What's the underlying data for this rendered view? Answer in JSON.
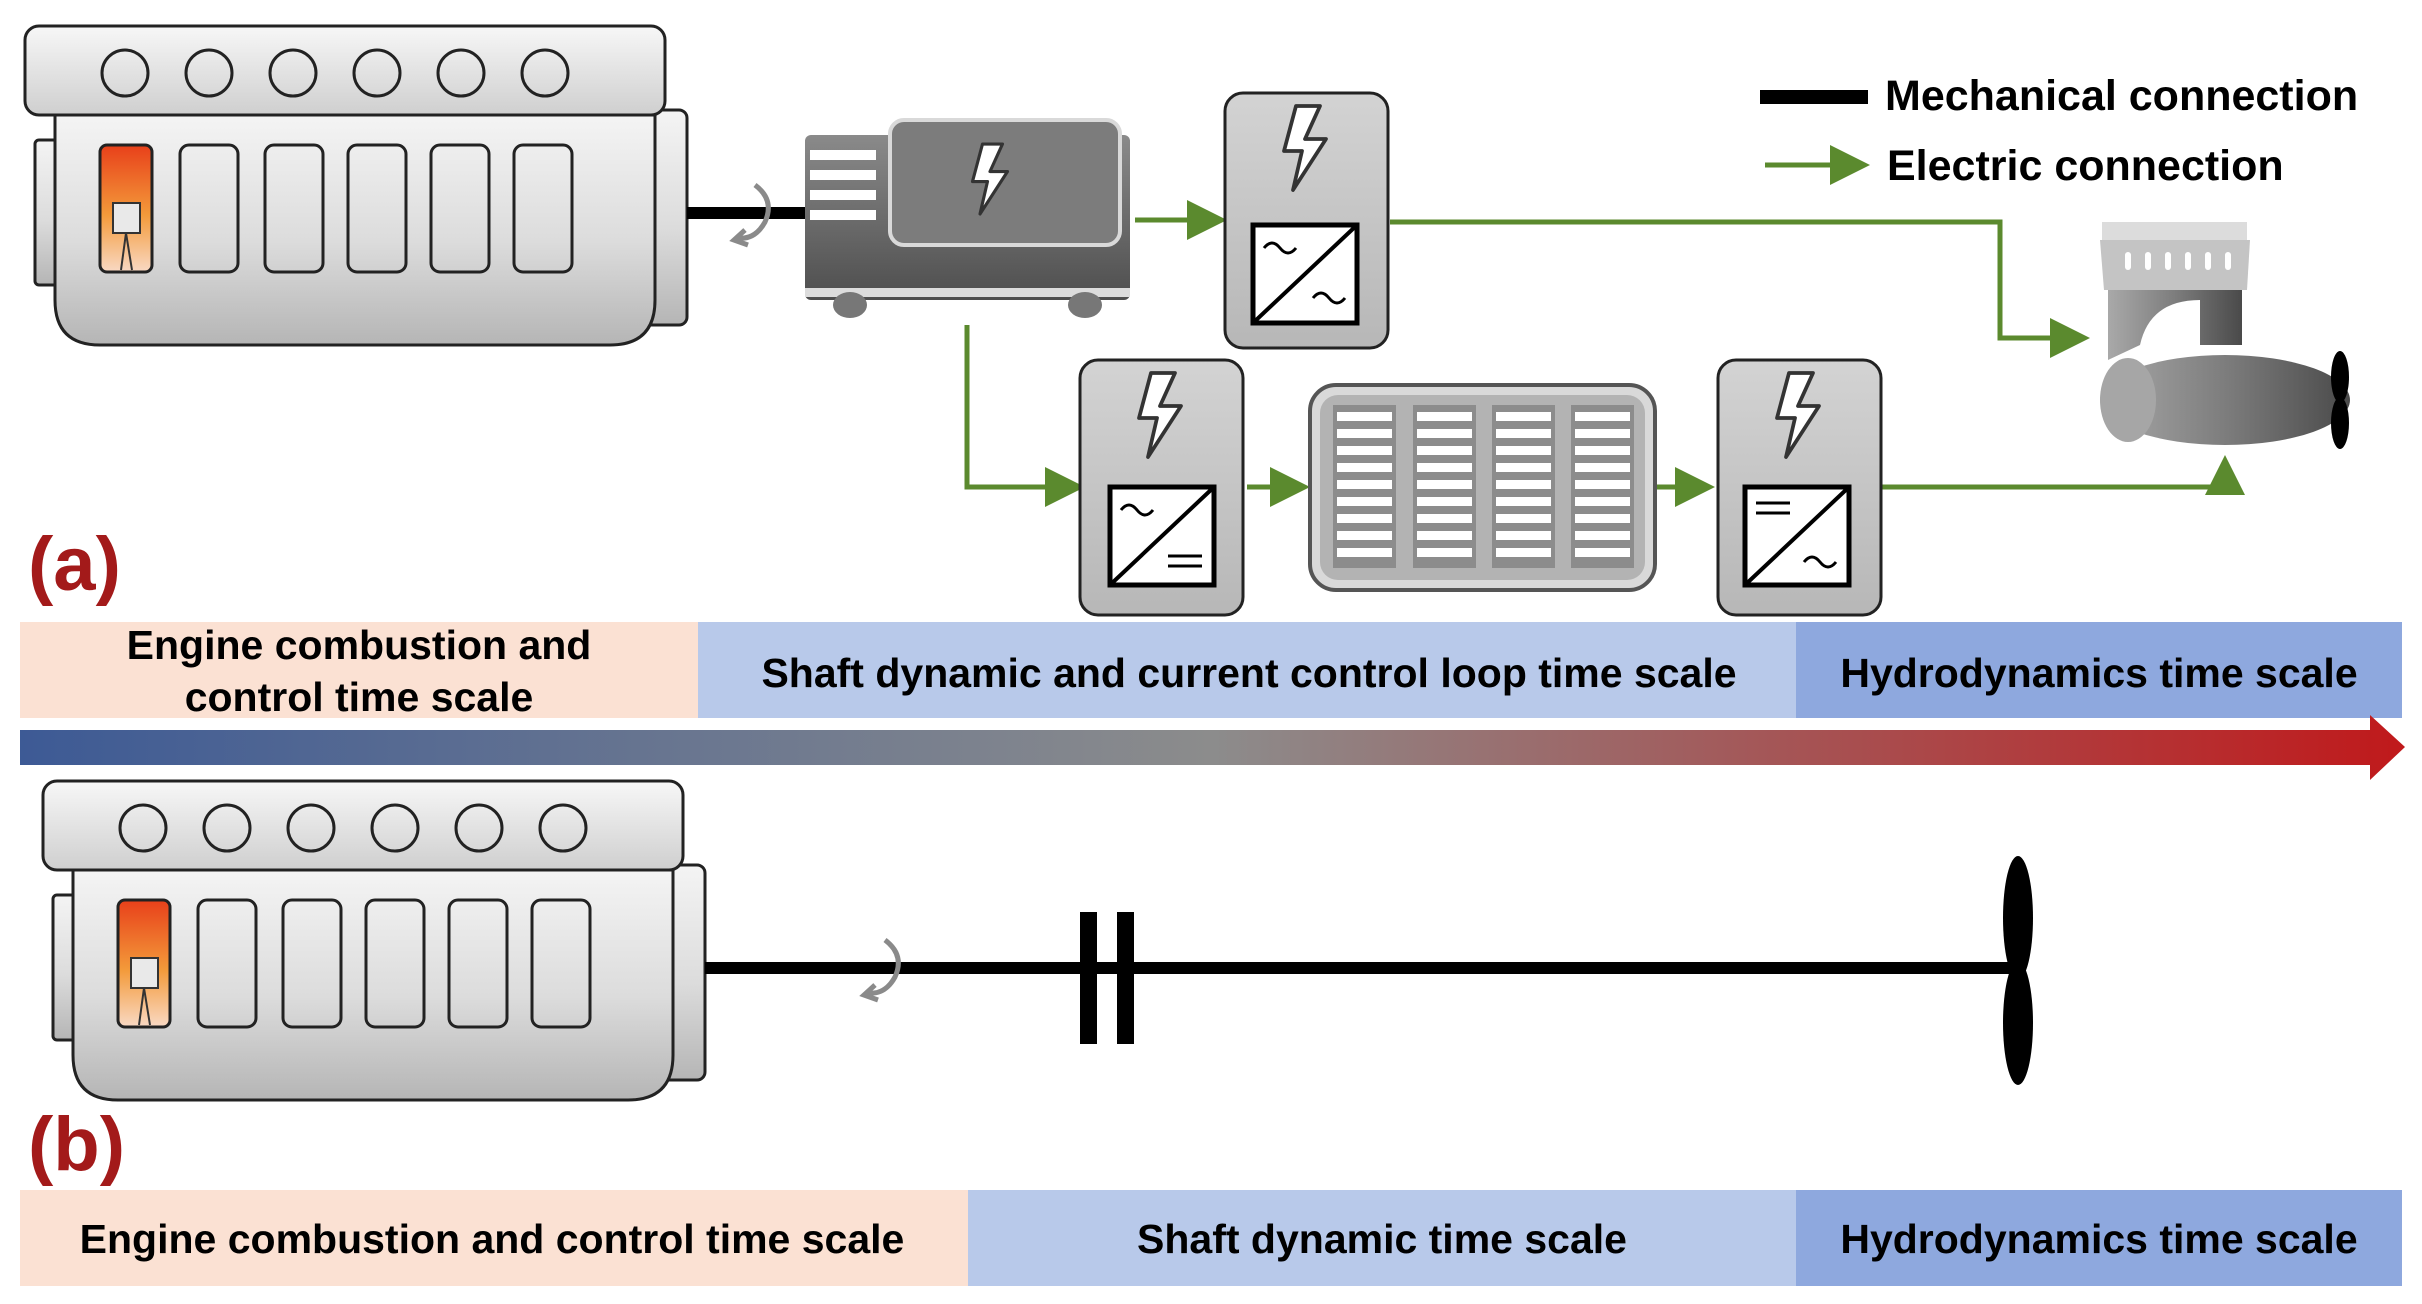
{
  "legend": {
    "mechanical": "Mechanical connection",
    "electric": "Electric connection"
  },
  "part_a": {
    "label": "(a)",
    "bands": {
      "engine_line1": "Engine combustion and",
      "engine_line2": "control time scale",
      "shaft": "Shaft dynamic and current control loop time scale",
      "hydro": "Hydrodynamics time scale"
    }
  },
  "part_b": {
    "label": "(b)",
    "bands": {
      "engine": "Engine combustion and control time scale",
      "shaft": "Shaft dynamic time scale",
      "hydro": "Hydrodynamics time scale"
    }
  },
  "colors": {
    "band_engine": "#fbe1d3",
    "band_shaft": "#b8c9ea",
    "band_hydro": "#8ea8de",
    "electric_line": "#5b8a2e",
    "part_label": "#a31a1a",
    "arrow_start": "#3d5a95",
    "arrow_end": "#c0191b"
  },
  "icons": [
    "engine-icon",
    "generator-icon",
    "ac-ac-converter-icon",
    "ac-dc-converter-icon",
    "battery-icon",
    "dc-ac-converter-icon",
    "pod-propulsor-icon",
    "propeller-icon",
    "flexible-coupling-icon",
    "rotation-arrow-icon"
  ]
}
